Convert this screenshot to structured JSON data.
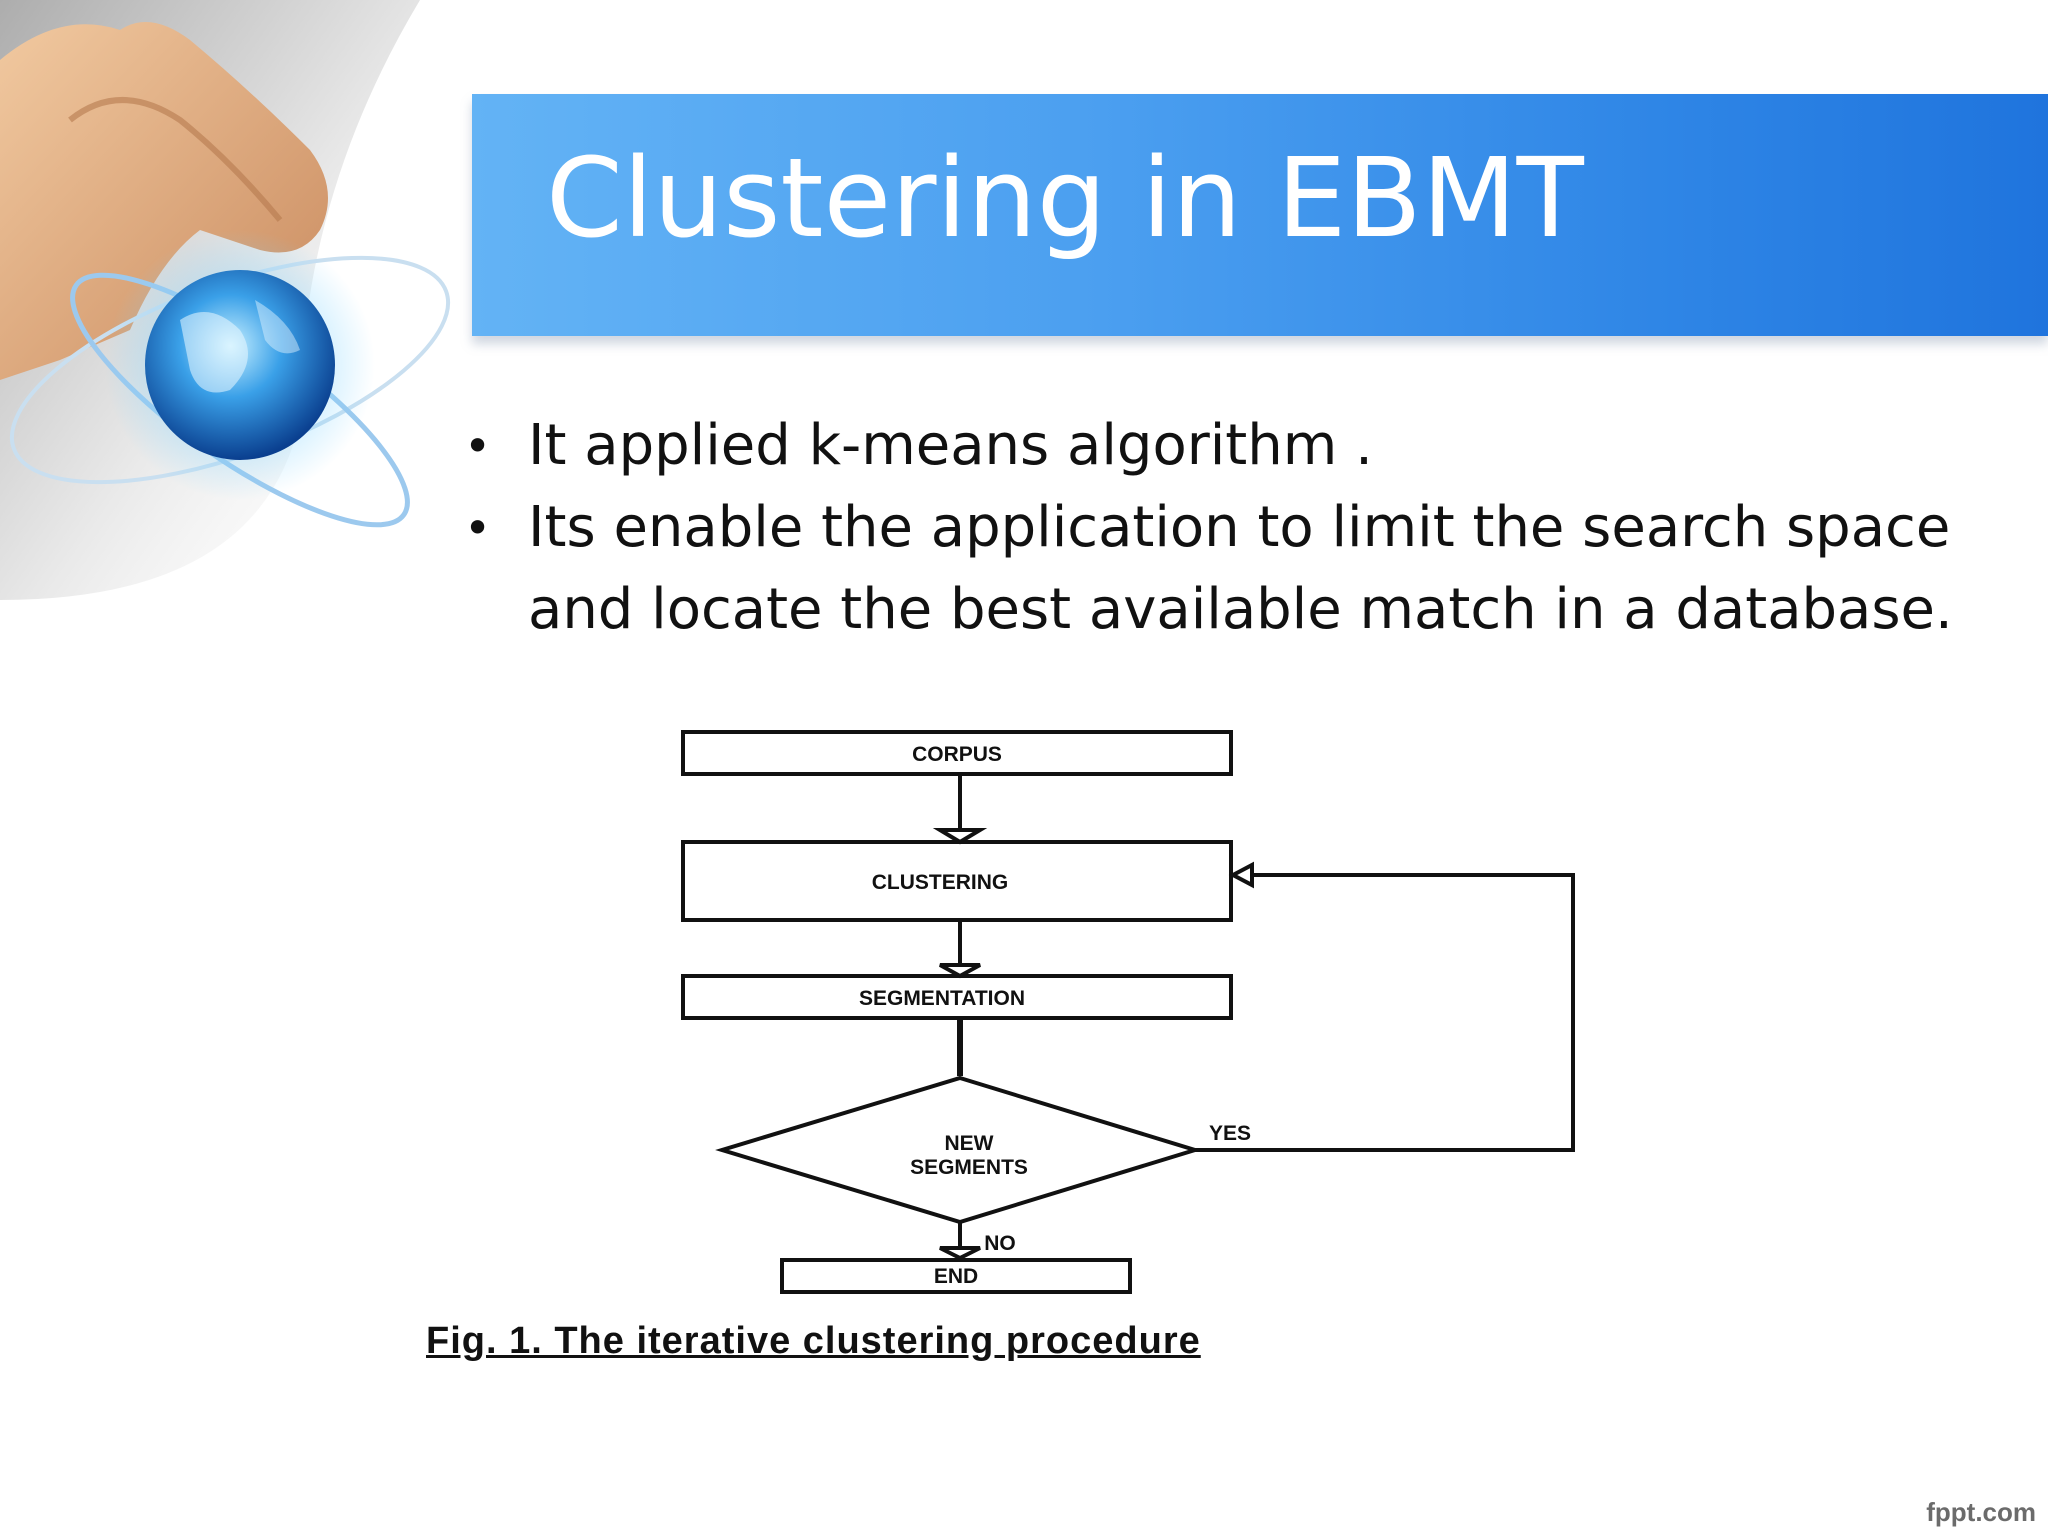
{
  "slide": {
    "title": "Clustering in EBMT",
    "bullets": [
      "It applied k-means  algorithm .",
      "Its enable the application to limit the search space and locate the best available match in a database."
    ],
    "bullet_symbol": "•"
  },
  "figure": {
    "nodes": {
      "corpus": "CORPUS",
      "clustering": "CLUSTERING",
      "segmentation": "SEGMENTATION",
      "decision_line1": "NEW",
      "decision_line2": "SEGMENTS",
      "end": "END"
    },
    "edges": {
      "yes": "YES",
      "no": "NO"
    },
    "caption": "Fig. 1. The iterative clustering procedure"
  },
  "watermark": "fppt.com",
  "colors": {
    "banner_light": "#63b3f5",
    "banner_dark": "#1f74dd",
    "title_text": "#ffffff",
    "body_text": "#111111"
  }
}
